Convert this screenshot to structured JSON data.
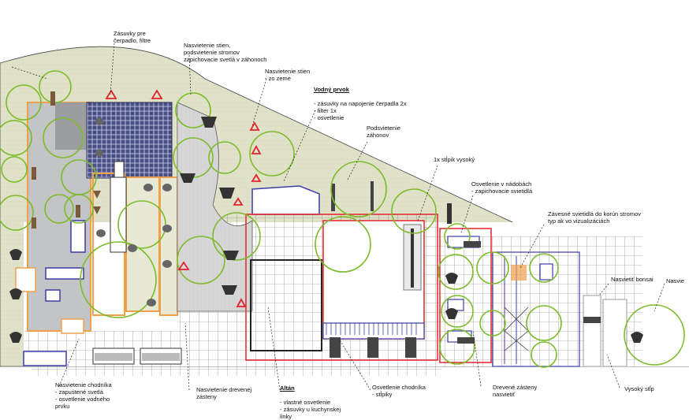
{
  "labels": {
    "zasuvky_cerpadlo": "Zásuvky pre\nčerpadlo, filtre",
    "nasvietenie_stien": "Nasvietenie stien,\npodsvietenie stromov\nzapichovacie svetlá v záhonoch",
    "nasvietenie_stien_zo_zeme": "Nasvietenie stien\n- zo zeme",
    "vodny_prvok_title": "Vodný prvok",
    "vodny_prvok_body": "- zásuvky na napojenie čerpadla 2x\n- filter 1x\n- osvetlenie",
    "podsvietenie_zahonov": "Podsvietenie\nzáhonov",
    "stlpik_vysoky": "1x stĺpik vysoký",
    "osvetlenie_nadobach": "Osvetlenie v nádobách\n- zapichovacie svietidlá",
    "zavesne_svietidla": "Závesné svietidlá do korún stromov\ntyp ak vo vizualizáciách",
    "nasvietit_bonsai": "Nasvietiť bonsai",
    "nasvie_edge": "Nasvie",
    "nasvietenie_chodnika_left": "Nasvietenie chodníka\n- zapustené svetlá\n- osvetlenie vodného\nprvku",
    "nasvietenie_drevenej": "Nasvietenie drevenej\nzásteny",
    "altan_title": "Altán",
    "altan_body": "- vlastné osvetlenie\n- zásuvky u kuchynskej\nlinky",
    "osvetlenie_chodnika_stlpiky": "Osvetlenie chodníka\n- stĺpiky",
    "drevene_zasteny": "Drevené zásteny\nnasvietiť",
    "vysoky_stlp": "Vysoký stĺp"
  },
  "colors": {
    "lawn": "#dfe2c8",
    "paving": "#c9cccd",
    "tree": "#7dbb2a",
    "orange": "#f0a04b",
    "red": "#e3232b",
    "blue": "#3c3ca8",
    "wall": "#999999"
  },
  "symbols": [
    "tree-canopy",
    "uplight",
    "warning-triangle",
    "bollard",
    "spotlight",
    "wall-light"
  ]
}
